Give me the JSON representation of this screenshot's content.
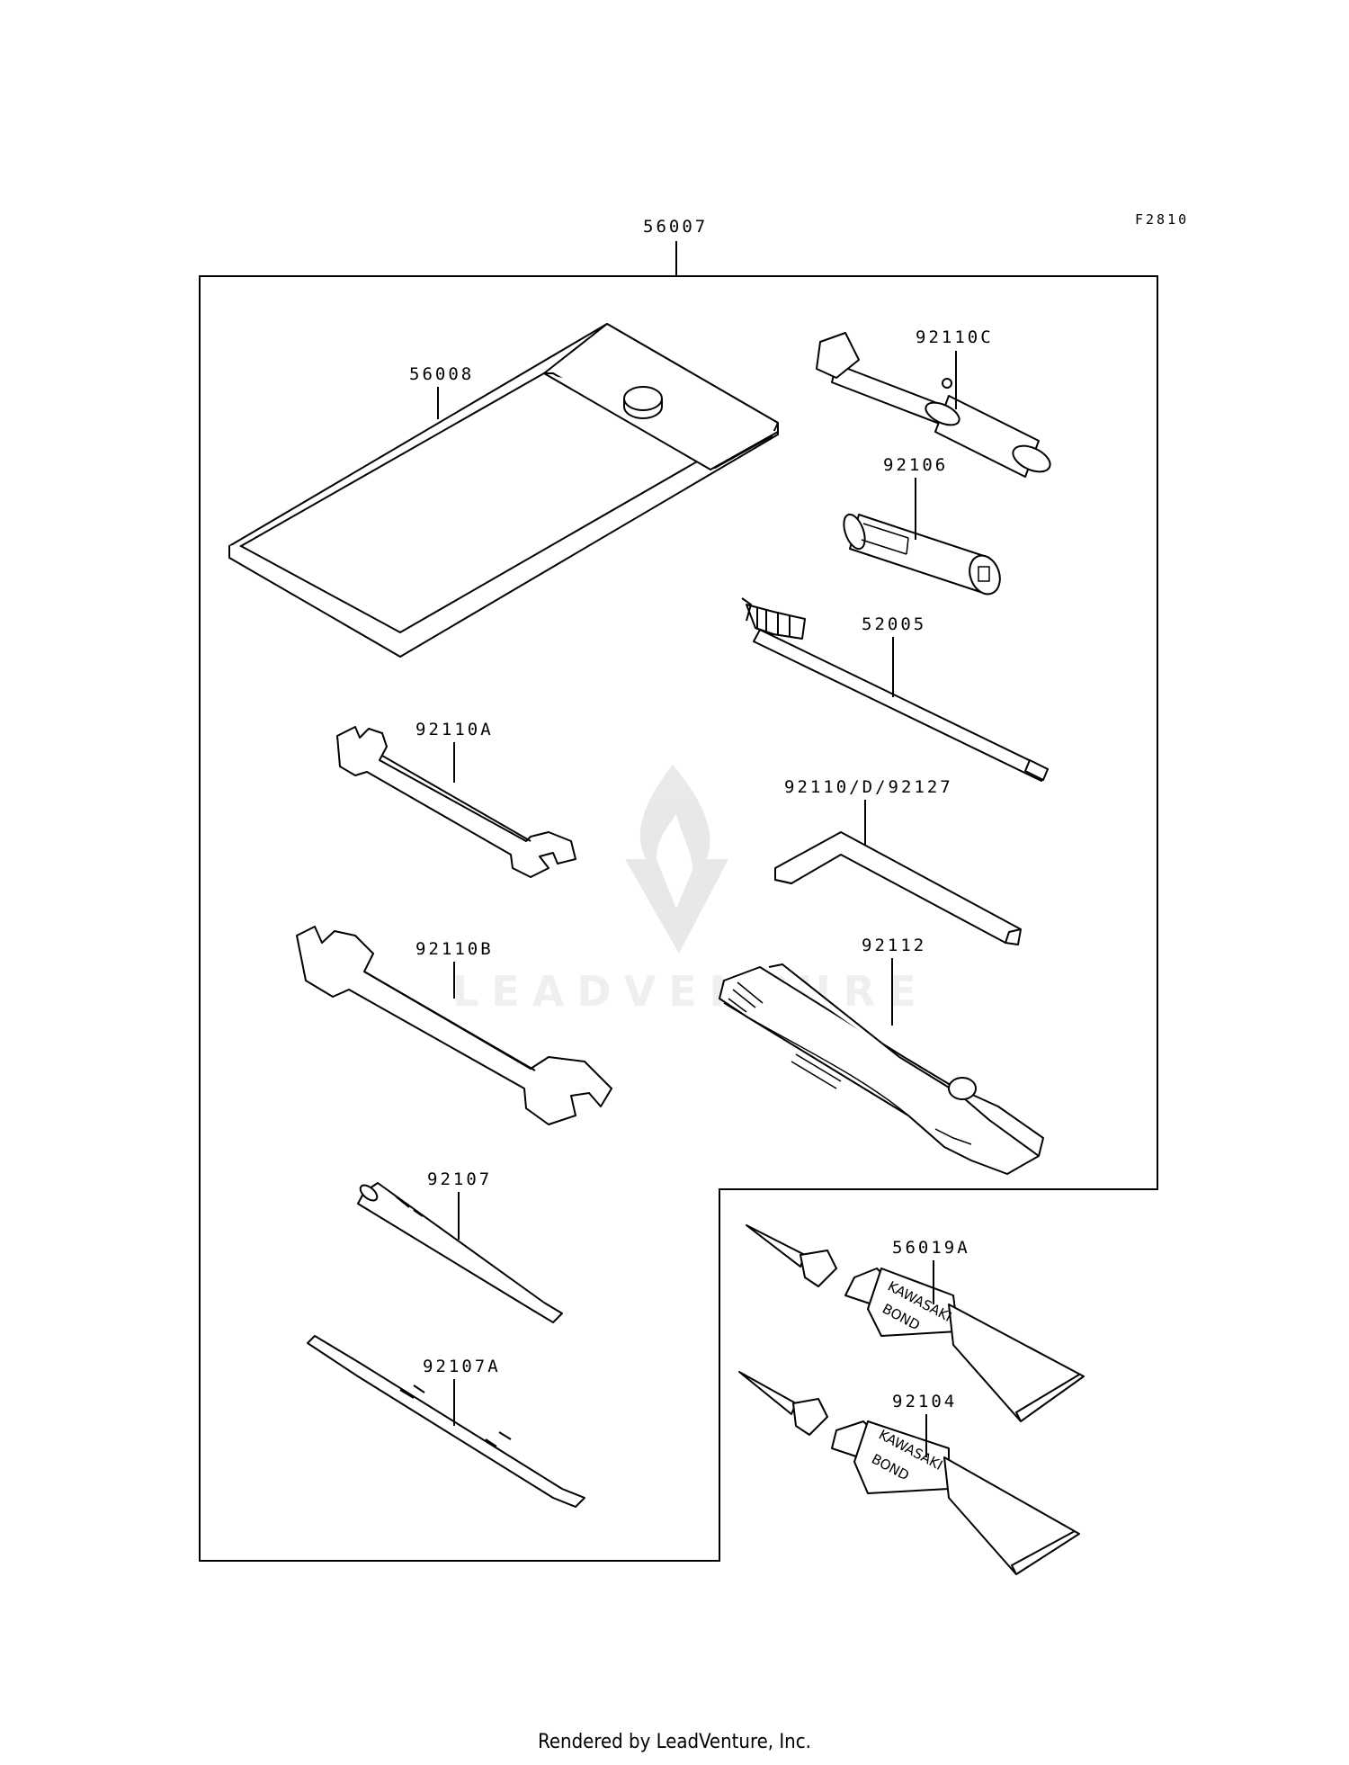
{
  "figure_code": "F2810",
  "parts": {
    "kit": "56007",
    "pouch": "56008",
    "plug_wrench": "92110C",
    "plug_adapter": "92106",
    "tool_bar": "52005",
    "wrench_small": "92110A",
    "hex_key": "92110/D/92127",
    "wrench_large": "92110B",
    "pliers": "92112",
    "screwdriver": "92107",
    "screwdriver_double": "92107A",
    "bond_a": "56019A",
    "bond_b": "92104"
  },
  "tube_print": {
    "brand": "KAWASAKI",
    "product": "BOND"
  },
  "watermark": "LEADVENTURE",
  "footer": "Rendered by LeadVenture, Inc."
}
